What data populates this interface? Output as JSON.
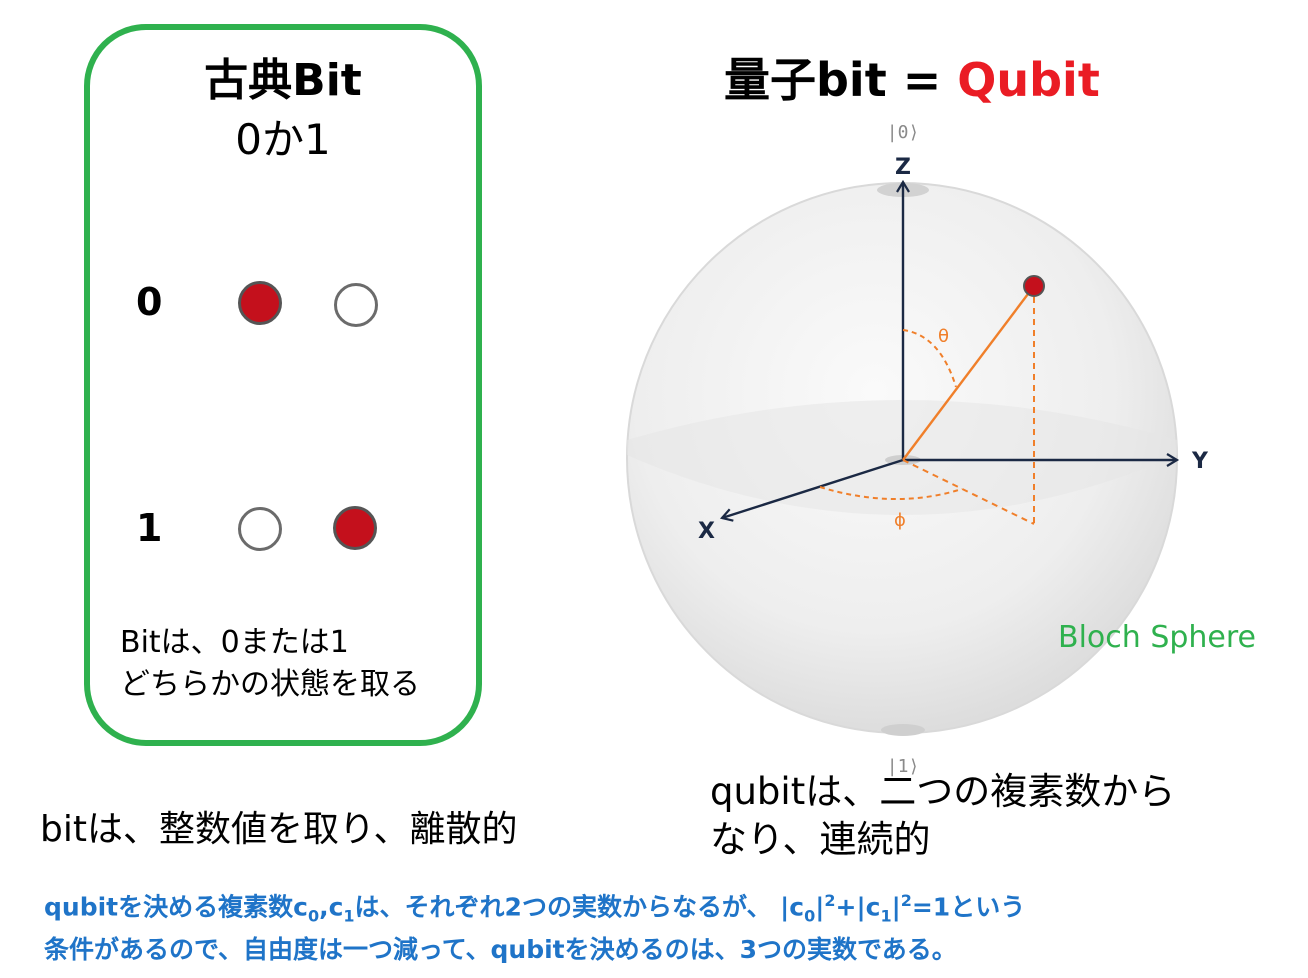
{
  "classic": {
    "title": "古典Bit",
    "subtitle": "0か1",
    "rows": [
      {
        "label": "0",
        "states": [
          true,
          false
        ]
      },
      {
        "label": "1",
        "states": [
          false,
          true
        ]
      }
    ],
    "note_line1": "Bitは、0または1",
    "note_line2": "どちらかの状態を取る",
    "border_color": "#2fb14e",
    "on_color": "#c4101c"
  },
  "qubit": {
    "title_prefix": "量子bit = ",
    "title_highlight": "Qubit",
    "highlight_color": "#ea1c24"
  },
  "bloch": {
    "ket0": "|0⟩",
    "ket1": "|1⟩",
    "axis_z": "Z",
    "axis_y": "Y",
    "axis_x": "X",
    "theta": "θ",
    "phi": "ϕ",
    "caption": "Bloch Sphere",
    "caption_color": "#2fb14e",
    "vector_color": "#f07f2a"
  },
  "notes": {
    "bit": "bitは、整数値を取り、離散的",
    "qubit_line1": "qubitは、二つの複素数から",
    "qubit_line2": "なり、連続的"
  },
  "footnote": {
    "color": "#1f74c8",
    "p1": "qubitを決める複素数c",
    "s0": "0",
    "p2": ",c",
    "s1": "1",
    "p3": "は、それぞれ2つの実数からなるが、 |c",
    "s2": "0",
    "p4": "|",
    "e1": "2",
    "p5": "+|c",
    "s3": "1",
    "p6": "|",
    "e2": "2",
    "p7": "=1という",
    "line2": "条件があるので、自由度は一つ減って、qubitを決めるのは、3つの実数である。"
  }
}
